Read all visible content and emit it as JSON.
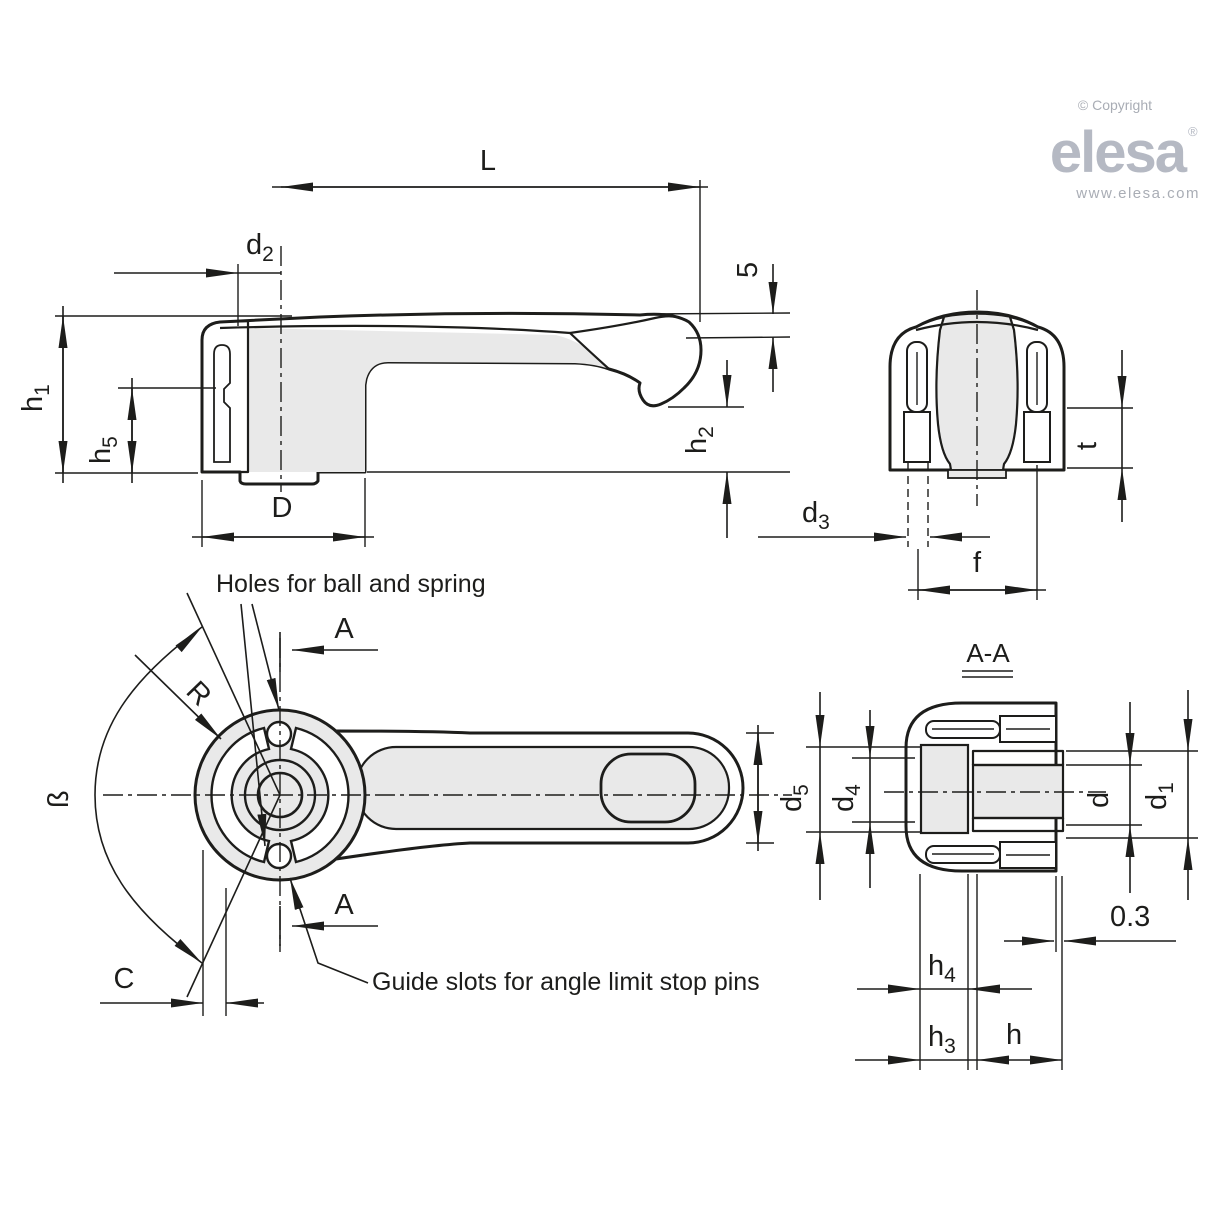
{
  "branding": {
    "copyright": "© Copyright",
    "logo_text": "elesa",
    "registered_mark": "®",
    "website": "www.elesa.com"
  },
  "colors": {
    "line": "#1d1d1b",
    "part_fill": "#e9e9e9",
    "logo_gray": "#b5b9c3",
    "caption_gray": "#a9adb5"
  },
  "side_view": {
    "dim_L": "L",
    "dim_d2": {
      "base": "d",
      "sub": "2"
    },
    "dim_5": "5",
    "dim_h1": {
      "base": "h",
      "sub": "1"
    },
    "dim_h5": {
      "base": "h",
      "sub": "5"
    },
    "dim_h2": {
      "base": "h",
      "sub": "2"
    },
    "dim_D": "D"
  },
  "end_view": {
    "dim_d3": {
      "base": "d",
      "sub": "3"
    },
    "dim_f": "f",
    "dim_t": "t"
  },
  "top_view": {
    "section_marker_top": "A",
    "section_marker_bottom": "A",
    "dim_R": "R",
    "dim_beta": "ß",
    "dim_C": "C",
    "note_holes": "Holes for ball and spring",
    "note_guide_slots": "Guide slots for angle limit stop pins"
  },
  "section_view": {
    "title": "A-A",
    "dim_d5": {
      "base": "d",
      "sub": "5"
    },
    "dim_d4": {
      "base": "d",
      "sub": "4"
    },
    "dim_d": {
      "base": "d"
    },
    "dim_d1": {
      "base": "d",
      "sub": "1"
    },
    "dim_0_3": "0.3",
    "dim_h4": {
      "base": "h",
      "sub": "4"
    },
    "dim_h3": {
      "base": "h",
      "sub": "3"
    },
    "dim_h": "h"
  }
}
